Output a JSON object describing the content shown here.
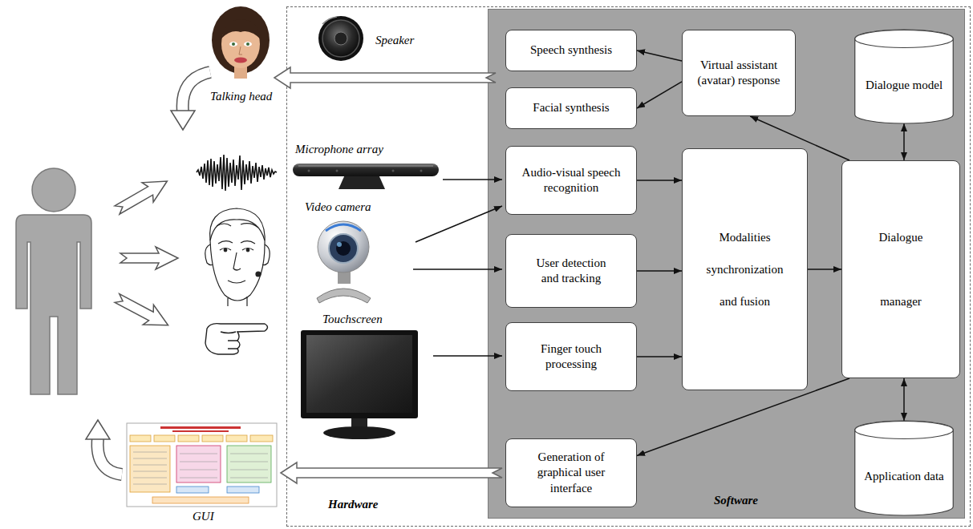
{
  "diagram": {
    "nodes": [
      {
        "text": [
          "Hardware"
        ]
      },
      {
        "text": [
          "Software"
        ],
        "in": 0
      },
      {
        "text": [
          "Speech synthesis"
        ],
        "in": 1
      },
      {
        "text": [
          "Facial synthesis"
        ],
        "in": 1
      },
      {
        "text": [
          "Virtual assistant (avatar) response"
        ],
        "in": 1
      },
      {
        "text": [
          "Dialogue model"
        ],
        "in": 1
      },
      {
        "text": [
          "Audio-visual speech recognition"
        ],
        "in": 1
      },
      {
        "text": [
          "User detection and tracking"
        ],
        "in": 1
      },
      {
        "text": [
          "Finger touch processing"
        ],
        "in": 1
      },
      {
        "text": [
          "Modalities synchronization and fusion"
        ],
        "in": 1
      },
      {
        "text": [
          "Dialogue manager"
        ],
        "in": 1
      },
      {
        "text": [
          "Application data"
        ],
        "in": 1
      },
      {
        "text": [
          "Generation of graphical user interface"
        ],
        "in": 1
      }
    ],
    "edges": [
      {
        "from": 4,
        "to": 2,
        "arrow": "to"
      },
      {
        "from": 4,
        "to": 3,
        "arrow": "to"
      },
      {
        "from": 10,
        "to": 4,
        "arrow": "to"
      },
      {
        "from": 5,
        "to": 10,
        "arrow": "both"
      },
      {
        "from": 6,
        "to": 9,
        "arrow": "to"
      },
      {
        "from": 7,
        "to": 9,
        "arrow": "to"
      },
      {
        "from": 8,
        "to": 9,
        "arrow": "to"
      },
      {
        "from": 9,
        "to": 10,
        "arrow": "to"
      },
      {
        "from": 10,
        "to": 11,
        "arrow": "both"
      },
      {
        "from": 10,
        "to": 12,
        "arrow": "to"
      }
    ],
    "labels": [
      "Talking head",
      "Speaker",
      "Microphone array",
      "Video camera",
      "Touchscreen",
      "GUI"
    ]
  }
}
